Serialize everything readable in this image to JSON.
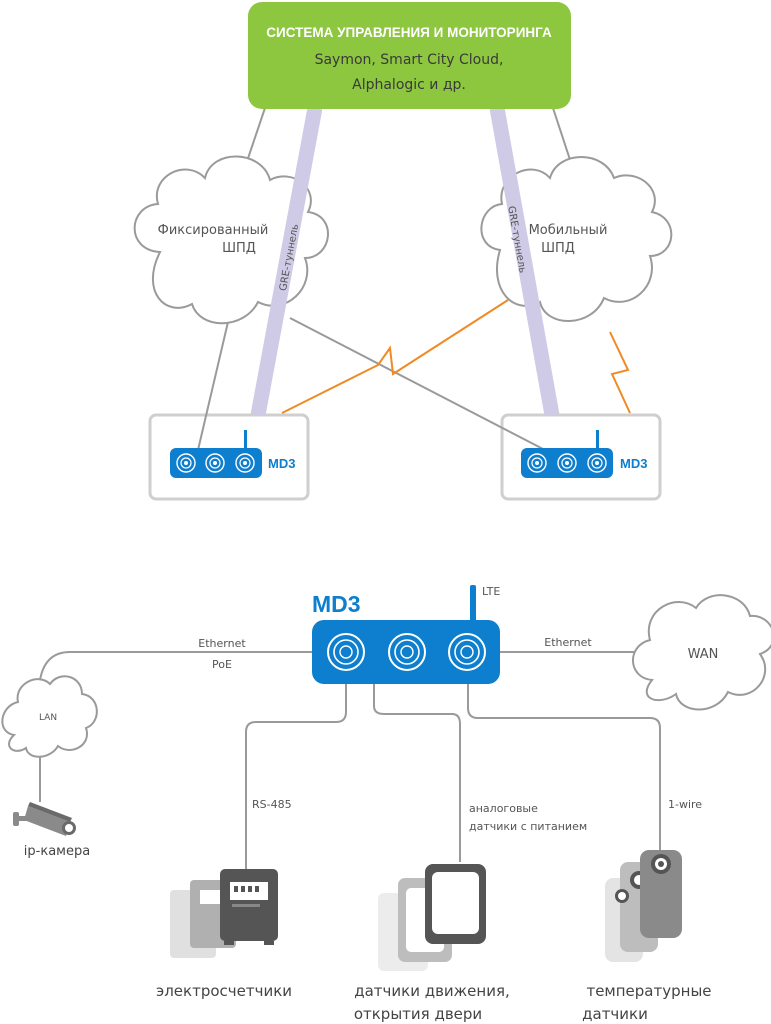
{
  "top_box": {
    "title": "СИСТЕМА УПРАВЛЕНИЯ И МОНИТОРИНГА",
    "line1": "Saymon, Smart City Cloud,",
    "line2": "Alphalogic и др."
  },
  "clouds": {
    "fixed_line1": "Фиксированный",
    "fixed_line2": "ШПД",
    "mobile_line1": "Мобильный",
    "mobile_line2": "ШПД",
    "lan": "LAN",
    "wan": "WAN"
  },
  "tunnels": {
    "left": "GRE-туннель",
    "right": "GRE-туннель"
  },
  "devices": {
    "left_label": "MD3",
    "right_label": "MD3",
    "main_label": "MD3",
    "lte_label": "LTE"
  },
  "links": {
    "ethernet_left": "Ethernet",
    "poe": "PoE",
    "ethernet_right": "Ethernet",
    "rs485": "RS-485",
    "analog_line1": "аналоговые",
    "analog_line2": "датчики с питанием",
    "onewire": "1-wire"
  },
  "endpoints": {
    "camera": "ip-камера",
    "meters": "электросчетчики",
    "motion_line1": "датчики движения,",
    "motion_line2": "открытия двери",
    "temp_line1": "температурные",
    "temp_line2": "датчики"
  },
  "colors": {
    "green": "#8dc63f",
    "blue": "#0d7fce",
    "tunnel": "#cfcbe6",
    "orange": "#f08a24",
    "gray_line": "#9a9a9a",
    "box_border": "#cfcfcf"
  }
}
